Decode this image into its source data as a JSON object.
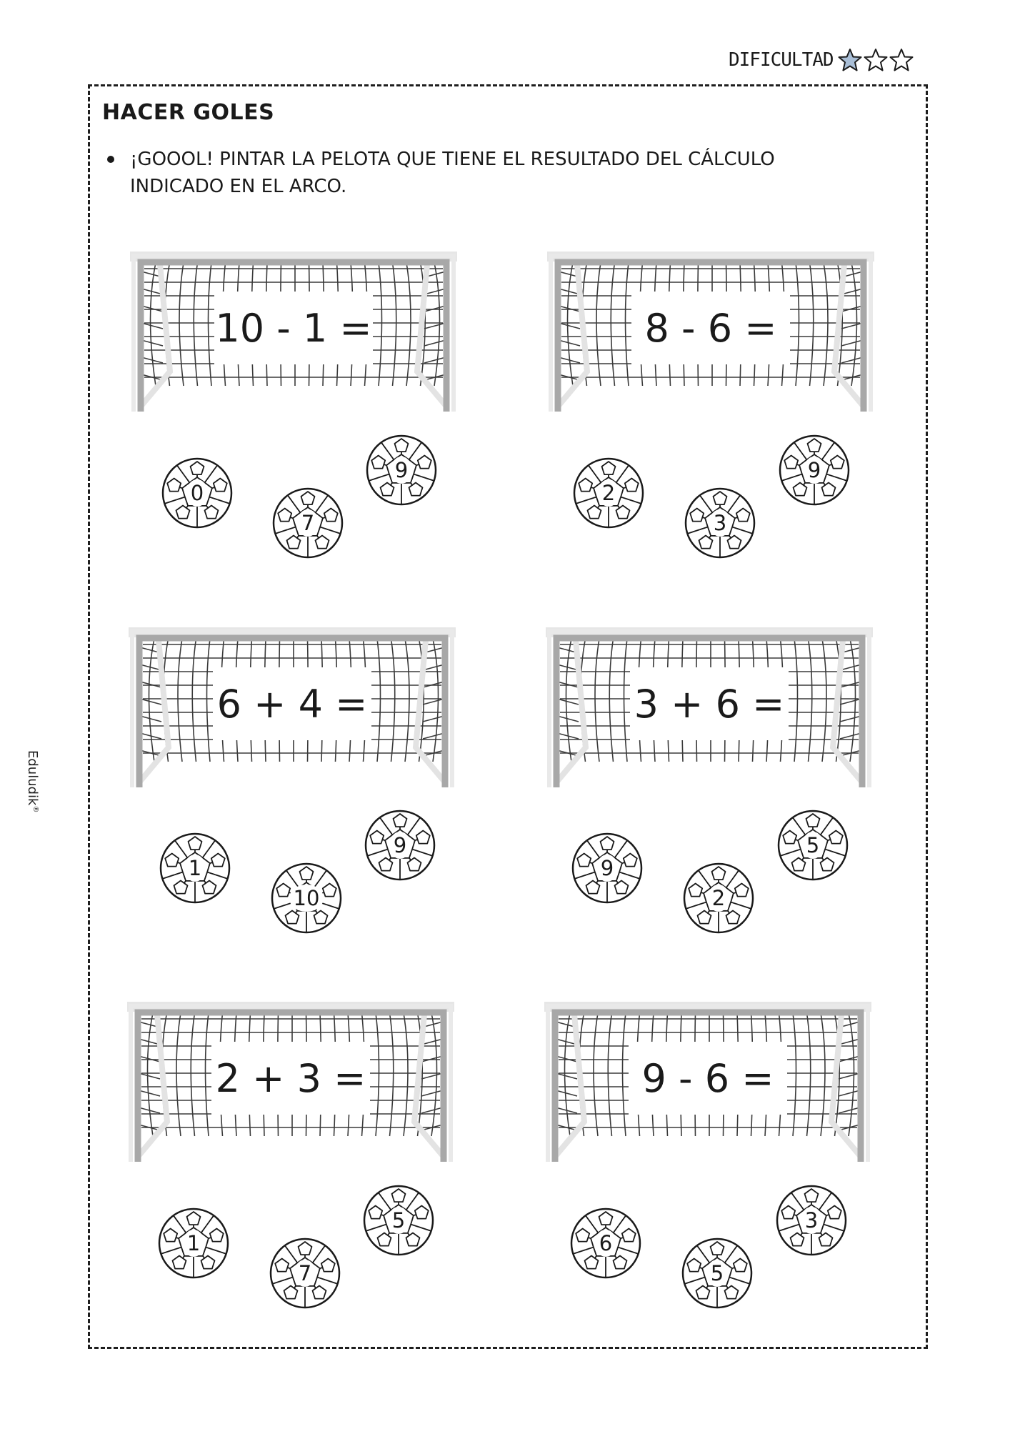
{
  "header": {
    "difficulty_label": "DIFICULTAD",
    "difficulty_rating": 1,
    "difficulty_max": 3,
    "star_fill_color": "#a9bed6"
  },
  "worksheet": {
    "title": "HACER GOLES",
    "instruction": "¡GOOOL! PINTAR LA PELOTA QUE TIENE EL RESULTADO DEL CÁLCULO INDICADO EN EL ARCO.",
    "brand": "Eduludik",
    "brand_mark": "®"
  },
  "exercises": [
    {
      "equation": "10 - 1 =",
      "balls": [
        "0",
        "7",
        "9"
      ]
    },
    {
      "equation": "8 - 6 =",
      "balls": [
        "2",
        "3",
        "9"
      ]
    },
    {
      "equation": "6 + 4 =",
      "balls": [
        "1",
        "10",
        "9"
      ]
    },
    {
      "equation": "3 + 6 =",
      "balls": [
        "9",
        "2",
        "5"
      ]
    },
    {
      "equation": "2 + 3 =",
      "balls": [
        "1",
        "7",
        "5"
      ]
    },
    {
      "equation": "9 - 6 =",
      "balls": [
        "6",
        "5",
        "3"
      ]
    }
  ]
}
